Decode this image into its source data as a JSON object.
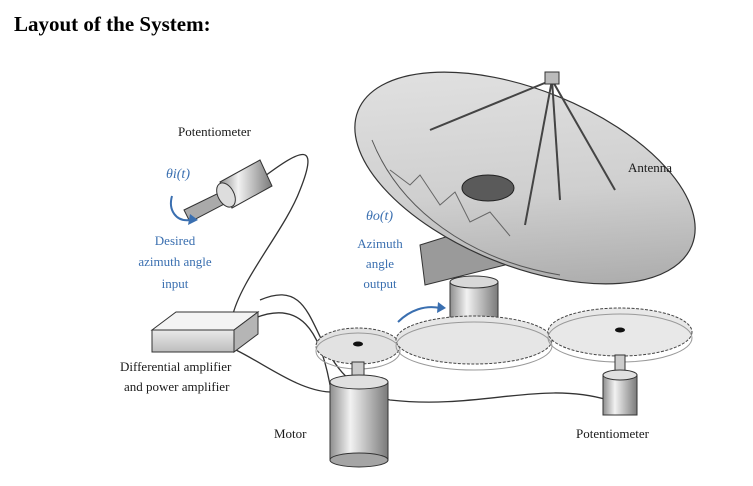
{
  "heading": "Layout of the System:",
  "labels": {
    "potentiometer_top": "Potentiometer",
    "theta_i": "θi(t)",
    "desired_line1": "Desired",
    "desired_line2": "azimuth angle",
    "desired_line3": "input",
    "theta_o": "θo(t)",
    "azimuth_line1": "Azimuth",
    "azimuth_line2": "angle",
    "azimuth_line3": "output",
    "antenna": "Antenna",
    "diff_amp_line1": "Differential amplifier",
    "diff_amp_line2": "and power amplifier",
    "motor": "Motor",
    "potentiometer_bottom": "Potentiometer"
  },
  "colors": {
    "label_blue": "#3a6fb0",
    "metal": "#c9c9c9",
    "dark": "#333333"
  }
}
